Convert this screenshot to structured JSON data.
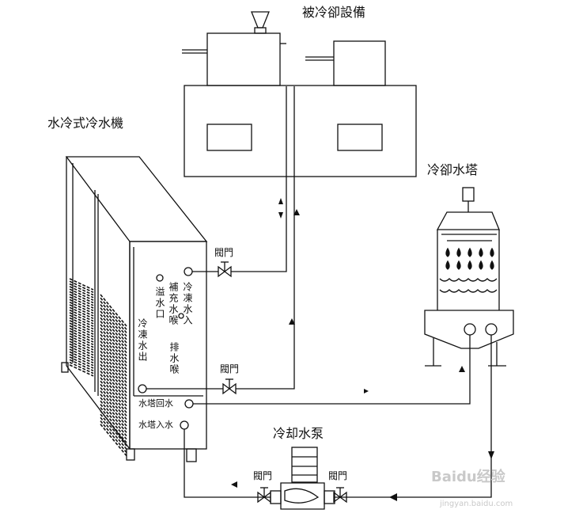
{
  "labels": {
    "cooled_equipment": "被冷卻設備",
    "chiller": "水冷式冷水機",
    "cooling_tower": "冷卻水塔",
    "pump": "冷却水泵",
    "valve": "閥門",
    "panel_supply_in": "冷凍水入",
    "panel_makeup": "補充水喉",
    "panel_overflow": "溢水口",
    "panel_drain": "排水喉",
    "panel_supply_out": "冷凍水出",
    "panel_tower_return": "水塔回水",
    "panel_tower_in": "水塔入水"
  },
  "watermark": {
    "brand": "Baidu",
    "suffix": "经验",
    "url": "jingyan.baidu.com"
  },
  "colors": {
    "line": "#111111",
    "background": "#ffffff",
    "watermark": "#c9c9c9"
  }
}
